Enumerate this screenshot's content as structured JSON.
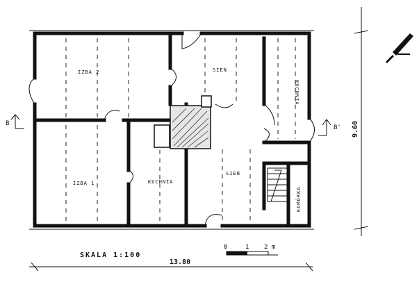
{
  "rooms": {
    "izba2": "IZBA 2",
    "izba1": "IZBA 1",
    "sien_top": "SIEŃ",
    "sien_mid": "SIEŃ",
    "kuchnia": "KUCHNIA",
    "kuchnia_right": "KUCHNIA",
    "komorka": "KOMÓRKA"
  },
  "section_marks": {
    "left": "B",
    "right": "B'"
  },
  "scale": {
    "label": "SKALA 1:100",
    "ticks": [
      "0",
      "1",
      "2 m"
    ]
  },
  "dimensions": {
    "width": "13.80",
    "height": "9.60"
  }
}
